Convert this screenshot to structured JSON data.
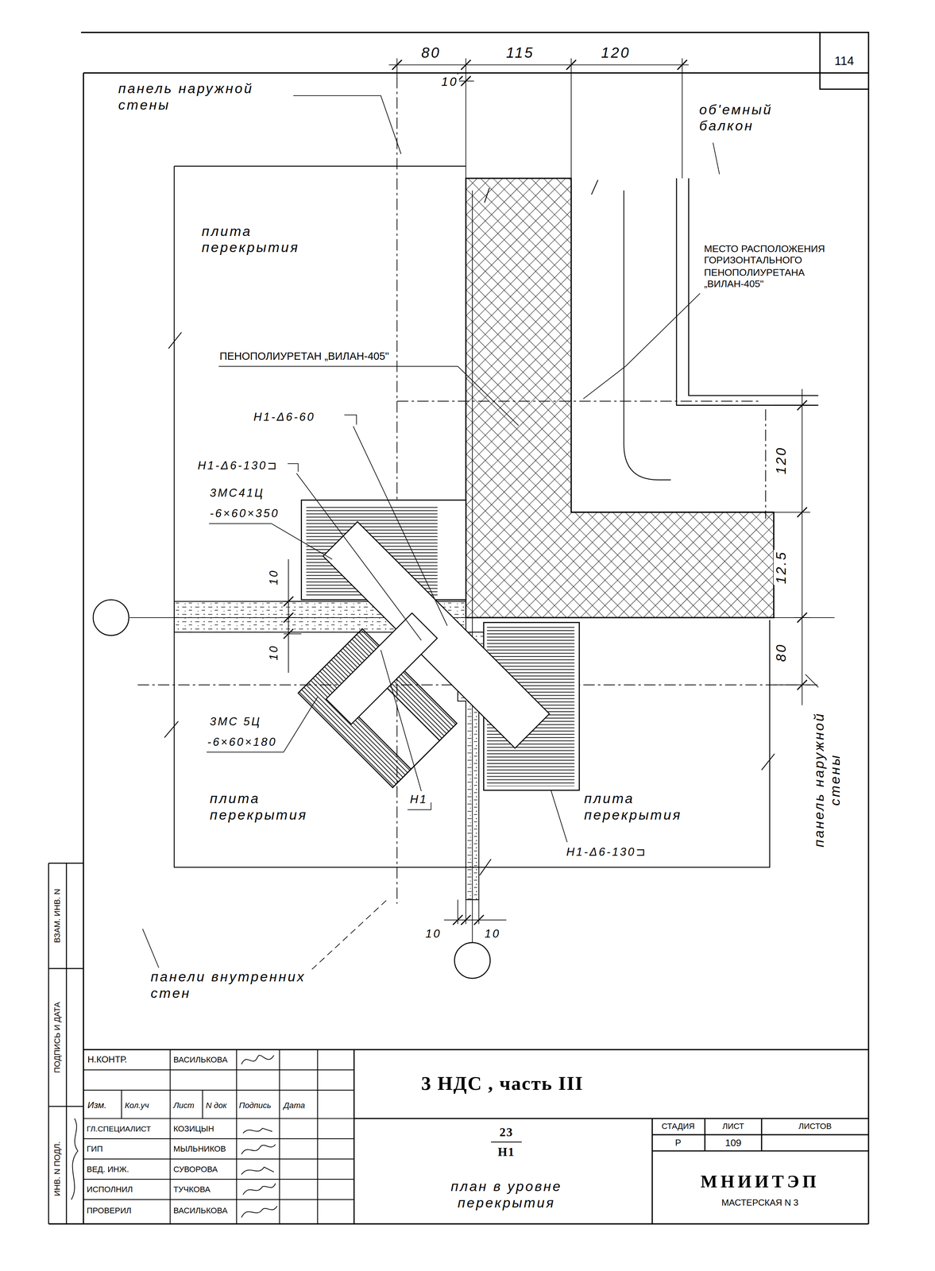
{
  "diagram": {
    "title": "3 НДС , часть III",
    "labels": [
      "114",
      "80",
      "115",
      "120",
      "10",
      "панель наружной стены",
      "об'емный балкон",
      "плита перекрытия",
      "МЕСТО РАСПОЛОЖЕНИЯ ГОРИЗОНТАЛЬНОГО ПЕНОПОЛИУРЕТАНА „ВИЛАН-405\"",
      "ПЕНОПОЛИУРЕТАН „ВИЛАН-405\"",
      "Н1-Δ6-60",
      "Н1-Δ6-130⊐",
      "3МС41Ц",
      "-6×60×350",
      "10",
      "10",
      "120",
      "12.5",
      "80",
      "3МС 5Ц",
      "-6×60×180",
      "плита перекрытия",
      "Н1",
      "плита перекрытия",
      "Н1-Δ6-130⊐",
      "панель наружной стены",
      "10",
      "10",
      "панели внутренних стен",
      "Н.КОНТР.",
      "ВАСИЛЬКОВА",
      "Изм.",
      "Кол.уч",
      "Лист",
      "N док",
      "Подпись",
      "Дата",
      "ГЛ.СПЕЦИАЛИСТ",
      "КОЗИЦЫН",
      "ГИП",
      "МЫЛЬНИКОВ",
      "ВЕД. ИНЖ.",
      "СУВОРОВА",
      "ИСПОЛНИЛ",
      "ТУЧКОВА",
      "ПРОВЕРИЛ",
      "ВАСИЛЬКОВА",
      "23",
      "Н1",
      "план в уровне перекрытия",
      "СТАДИЯ",
      "ЛИСТ",
      "ЛИСТОВ",
      "Р",
      "109",
      "МНИИТЭП",
      "МАСТЕРСКАЯ N 3",
      "ВЗАМ. ИНВ. N",
      "ПОДПИСЬ И ДАТА",
      "ИНВ. N ПОДЛ."
    ]
  }
}
